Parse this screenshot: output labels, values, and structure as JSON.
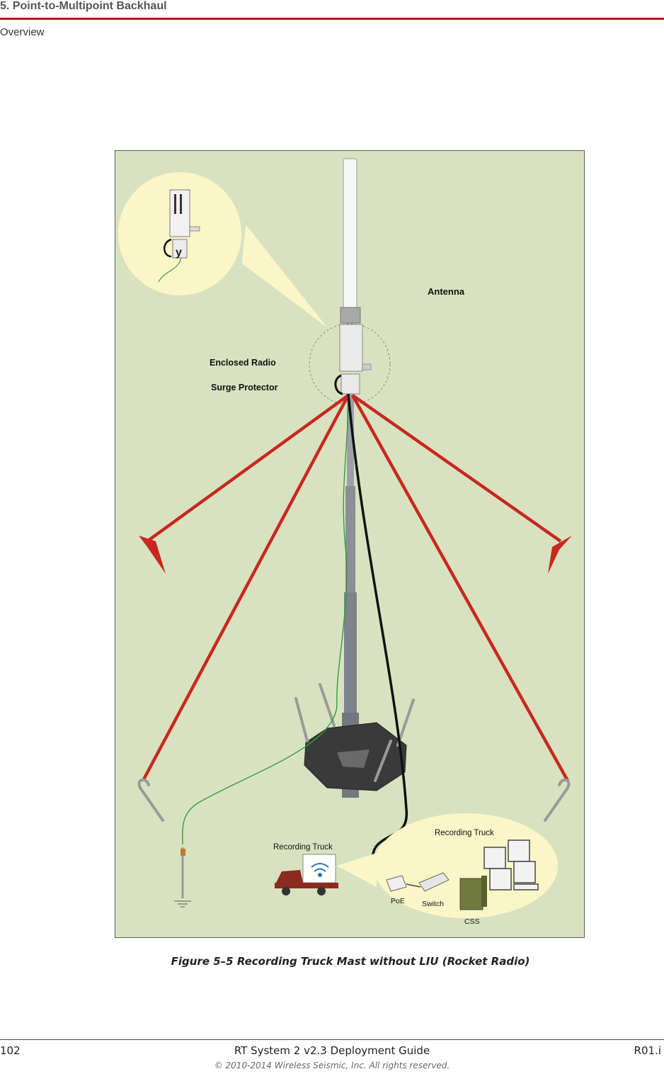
{
  "header": {
    "title": "5. Point-to-Multipoint Backhaul",
    "subtitle": "Overview"
  },
  "figure": {
    "labels": {
      "antenna": "Antenna",
      "enclosed_radio": "Enclosed Radio",
      "surge_protector": "Surge Protector",
      "recording_truck_left": "Recording Truck",
      "recording_truck_bubble": "Recording Truck",
      "poe": "PoE",
      "switch": "Switch",
      "css": "CSS"
    },
    "colors": {
      "background": "#d9e2c0",
      "guy_wire": "#c8281f",
      "bubble": "#fbf6c8",
      "mast": "#8a8f98",
      "ground_wire": "#2f9e3a",
      "cable": "#111111"
    },
    "icons": [
      "antenna-icon",
      "radio-enclosure-icon",
      "surge-protector-icon",
      "mast-icon",
      "stake-icon",
      "ground-rod-icon",
      "truck-icon",
      "wifi-icon",
      "poe-injector-icon",
      "network-switch-icon",
      "computer-tower-icon",
      "monitor-icon"
    ]
  },
  "caption": "Figure 5–5  Recording Truck Mast without LIU (Rocket Radio)",
  "footer": {
    "page_number": "102",
    "doc_title": "RT System 2 v2.3 Deployment Guide",
    "revision": "R01.i",
    "copyright": "© 2010-2014 Wireless Seismic, Inc. All rights reserved."
  }
}
